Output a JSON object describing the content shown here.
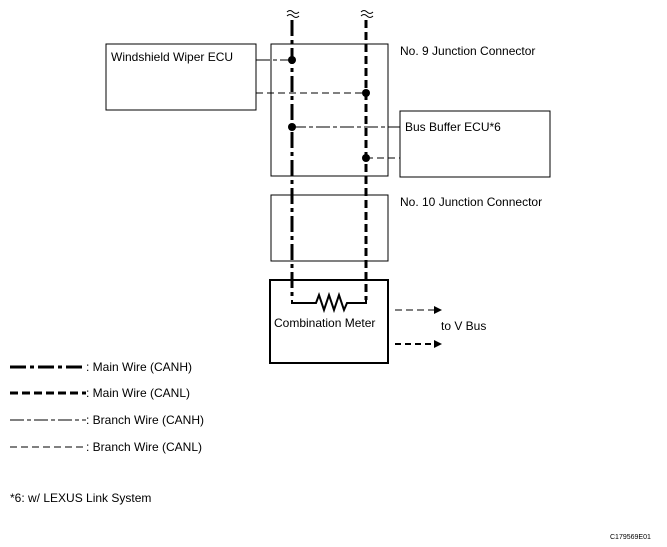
{
  "components": {
    "wiper_ecu": "Windshield Wiper ECU",
    "jc9": "No. 9 Junction Connector",
    "bus_buffer_ecu": "Bus Buffer ECU*6",
    "jc10": "No. 10 Junction Connector",
    "combination_meter": "Combination Meter"
  },
  "to_v_bus": "to V Bus",
  "legend": [
    {
      "style": "main-canh",
      "label": ": Main Wire (CANH)"
    },
    {
      "style": "main-canl",
      "label": ": Main Wire (CANL)"
    },
    {
      "style": "branch-canh",
      "label": ": Branch Wire (CANH)"
    },
    {
      "style": "branch-canl",
      "label": ": Branch Wire (CANL)"
    }
  ],
  "footnote": "*6: w/ LEXUS Link System",
  "figure_id": "C179569E01"
}
